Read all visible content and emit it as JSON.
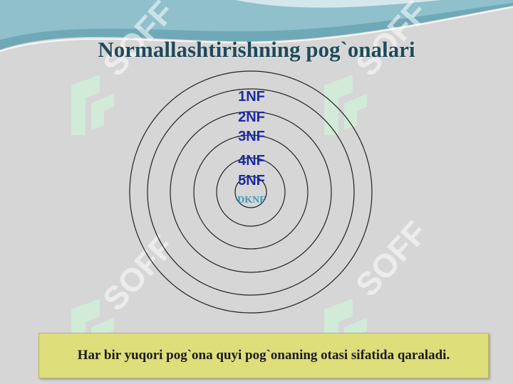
{
  "slide": {
    "title": "Normallashtirishning pog`onalari",
    "levels": [
      "1NF",
      "2NF",
      "3NF",
      "4NF",
      "5NF",
      "DKNF"
    ],
    "note": "Har bir yuqori pog`ona quyi pog`onaning otasi sifatida qaraladi."
  },
  "watermark": {
    "text": "SOFF",
    "icon": "soff-logo-icon"
  },
  "colors": {
    "background": "#d6d6d6",
    "title": "#1f4a5a",
    "level_label": "#1c2aa8",
    "dknf_label": "#3a9bbf",
    "note_background": "#dede7a",
    "header_wave": "#6fa9b8"
  }
}
